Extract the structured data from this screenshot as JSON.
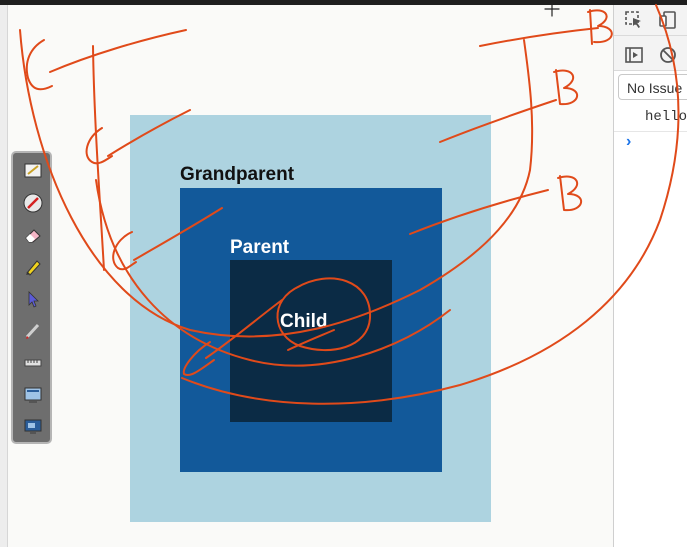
{
  "page": {
    "grandparent_label": "Grandparent",
    "parent_label": "Parent",
    "child_label": "Child"
  },
  "devtools": {
    "issues_label": "No Issue",
    "console_message": "hello"
  },
  "annotations": {
    "bubble_letter": "B",
    "capture_letter": "C",
    "ink_color": "#e04a1a"
  },
  "colors": {
    "grandparent_bg": "#add3e0",
    "parent_bg": "#12599a",
    "child_bg": "#0b2b45"
  },
  "toolbar_tools": [
    "whiteboard-icon",
    "laser-pointer-icon",
    "eraser-icon",
    "highlighter-icon",
    "cursor-icon",
    "pen-icon",
    "ruler-icon",
    "screen-capture-icon",
    "display-icon"
  ]
}
